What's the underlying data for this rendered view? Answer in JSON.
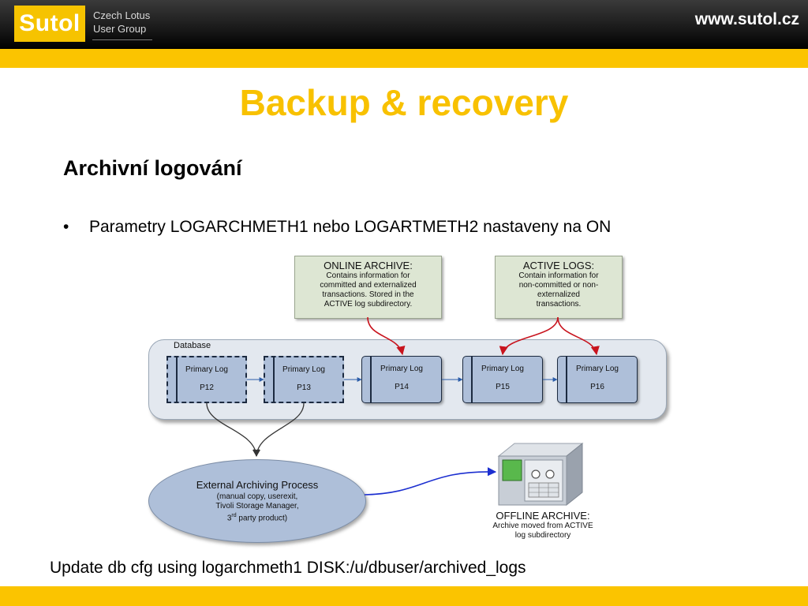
{
  "header": {
    "logo_text": "Sutol",
    "logo_line1": "Czech Lotus",
    "logo_line2": "User Group",
    "url": "www.sutol.cz"
  },
  "slide": {
    "title": "Backup & recovery",
    "subheading": "Archivní logování",
    "bullet": "Parametry LOGARCHMETH1 nebo LOGARTMETH2 nastaveny na ON",
    "footer_command": "Update db cfg using logarchmeth1 DISK:/u/dbuser/archived_logs"
  },
  "diagram": {
    "online_archive": {
      "title": "ONLINE ARCHIVE:",
      "lines": [
        "Contains information for",
        "committed and externalized",
        "transactions. Stored in the",
        "ACTIVE log subdirectory."
      ]
    },
    "active_logs": {
      "title": "ACTIVE LOGS:",
      "lines": [
        "Contain information for",
        "non-committed or non-",
        "externalized",
        "transactions."
      ]
    },
    "database_label": "Database",
    "logs": [
      {
        "name": "Primary Log",
        "id": "P12",
        "state": "archived"
      },
      {
        "name": "Primary Log",
        "id": "P13",
        "state": "archived"
      },
      {
        "name": "Primary Log",
        "id": "P14",
        "state": "active"
      },
      {
        "name": "Primary Log",
        "id": "P15",
        "state": "active"
      },
      {
        "name": "Primary Log",
        "id": "P16",
        "state": "active"
      }
    ],
    "external_process": {
      "title": "External Archiving Process",
      "line1": "(manual copy, userexit,",
      "line2": "Tivoli Storage Manager,",
      "line3_prefix": "3",
      "line3_sup": "rd",
      "line3_suffix": " party product)"
    },
    "offline_archive": {
      "title": "OFFLINE ARCHIVE:",
      "line1": "Archive moved from ACTIVE",
      "line2": "log subdirectory"
    }
  },
  "colors": {
    "accent_yellow": "#fbc400",
    "title_yellow": "#f8c100",
    "log_fill": "#aebfd9",
    "note_fill": "#dde6d3",
    "arrow_red": "#c8141e",
    "arrow_blue": "#1c2fd0"
  }
}
